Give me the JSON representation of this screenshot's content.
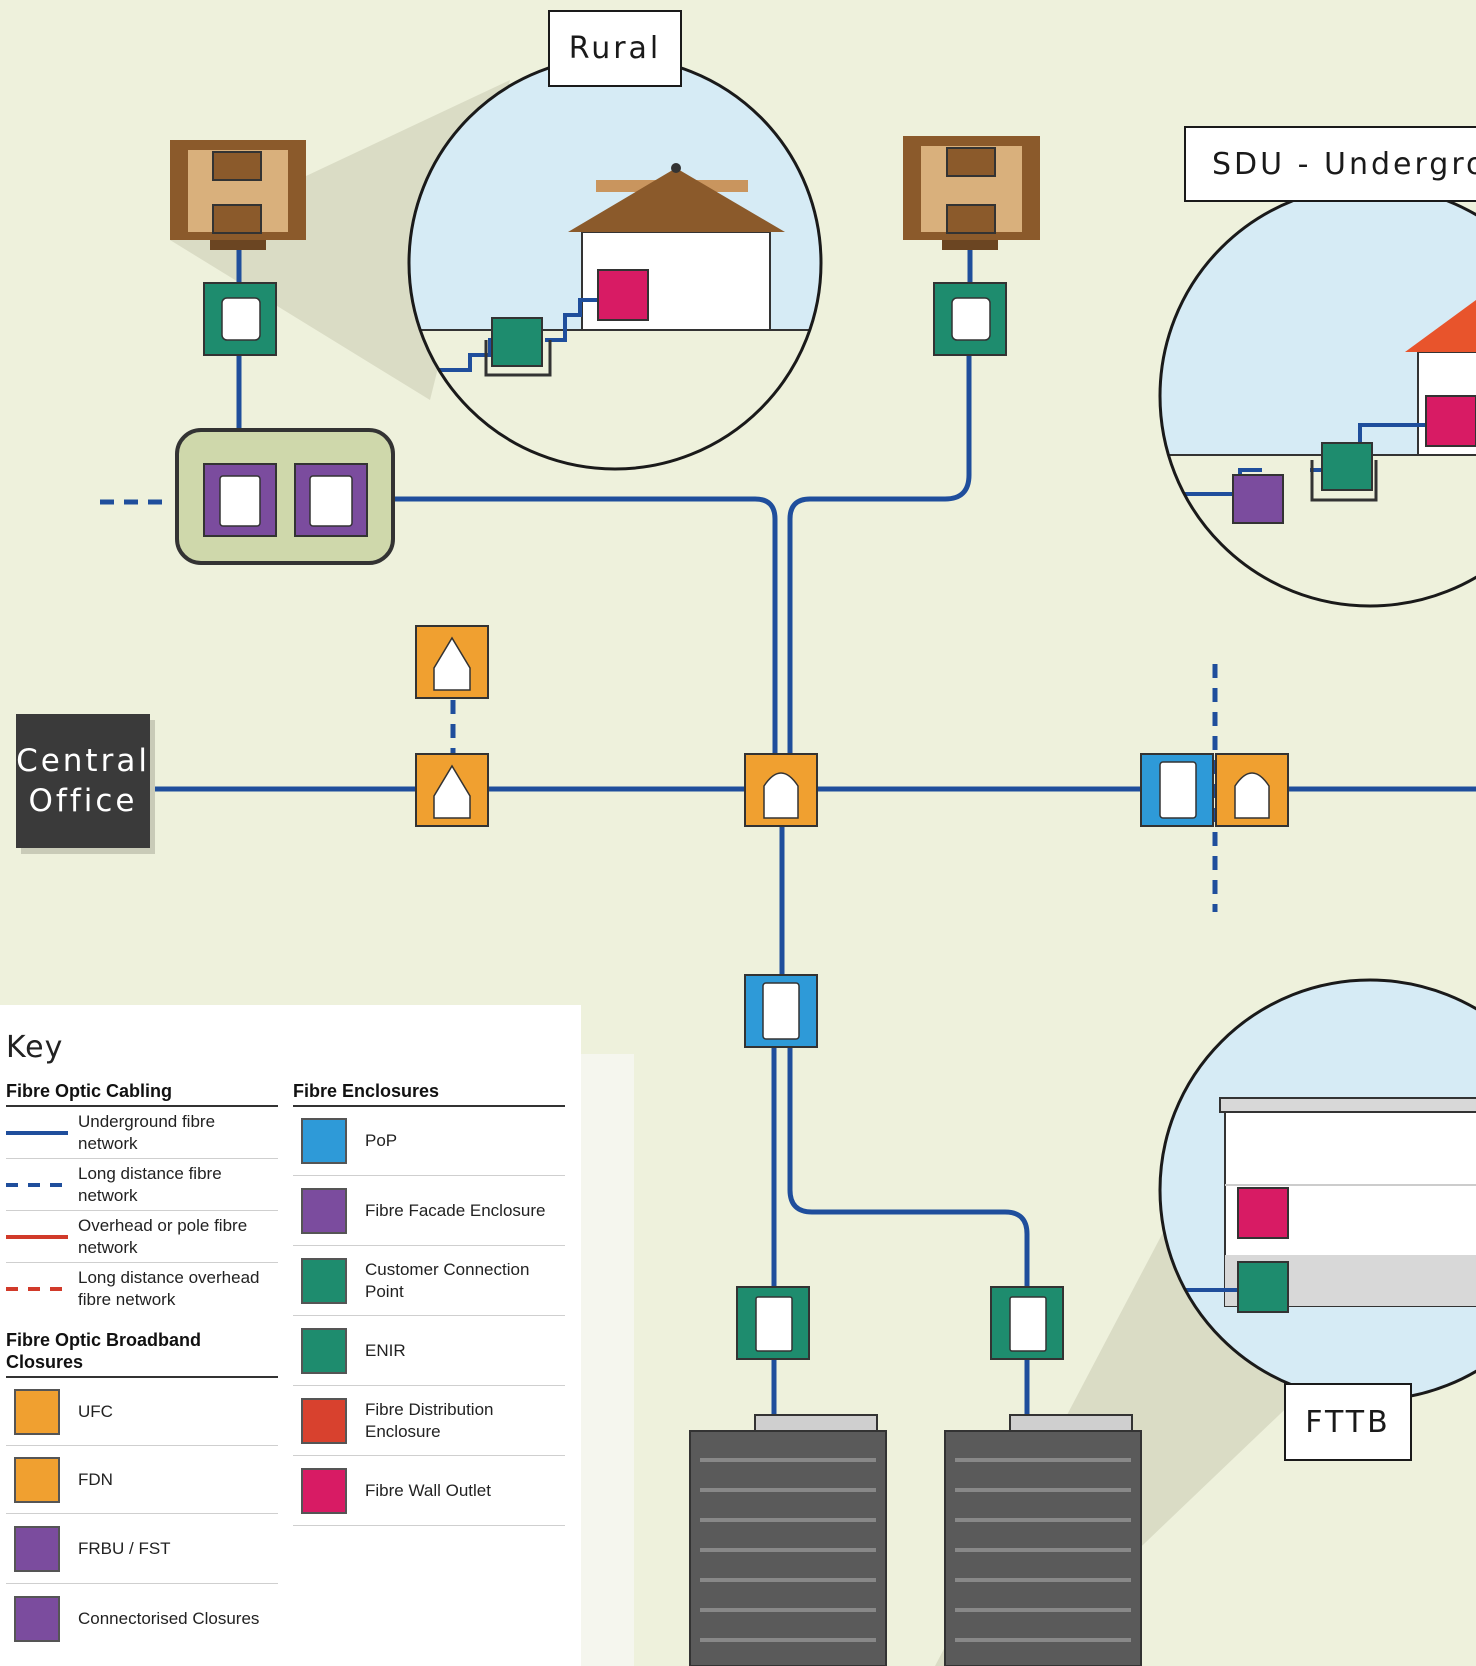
{
  "colors": {
    "background": "#eef1dc",
    "fibre": "#1f4e9c",
    "overhead": "#d13a2a",
    "orange": "#f0a030",
    "teal": "#1e8c6e",
    "blue": "#2e9ad8",
    "purple": "#7b4c9e",
    "magenta": "#d81b64",
    "red": "#d8412e",
    "sky": "#d6ebf5",
    "dark": "#3a3a3a"
  },
  "labels": {
    "rural": "Rural",
    "sdu": "SDU - Undergrou",
    "fttb": "FTTB",
    "central_office": [
      "Central",
      "Office"
    ]
  },
  "key": {
    "title": "Key",
    "cabling": {
      "heading": "Fibre Optic Cabling",
      "items": [
        {
          "text": "Underground fibre network",
          "style": "solid",
          "color": "#1f4e9c"
        },
        {
          "text": "Long distance fibre network",
          "style": "dashed",
          "color": "#1f4e9c"
        },
        {
          "text": "Overhead or pole fibre network",
          "style": "solid",
          "color": "#d13a2a"
        },
        {
          "text": "Long distance overhead fibre network",
          "style": "dashed",
          "color": "#d13a2a"
        }
      ]
    },
    "closures": {
      "heading": "Fibre Optic Broadband Closures",
      "items": [
        {
          "text": "UFC",
          "icon": "ufc-icon",
          "color": "#f0a030"
        },
        {
          "text": "FDN",
          "icon": "fdn-icon",
          "color": "#f0a030"
        },
        {
          "text": "FRBU / FST",
          "icon": "frbu-fst-icon",
          "color": "#7b4c9e"
        },
        {
          "text": "Connectorised Closures",
          "icon": "connectorised-closure-icon",
          "color": "#7b4c9e"
        }
      ]
    },
    "enclosures": {
      "heading": "Fibre Enclosures",
      "items": [
        {
          "text": "PoP",
          "icon": "pop-icon",
          "color": "#2e9ad8"
        },
        {
          "text": "Fibre Facade Enclosure",
          "icon": "fibre-facade-enclosure-icon",
          "color": "#7b4c9e"
        },
        {
          "text": "Customer Connection Point",
          "icon": "customer-connection-point-icon",
          "color": "#1e8c6e"
        },
        {
          "text": "ENIR",
          "icon": "enir-icon",
          "color": "#1e8c6e"
        },
        {
          "text": "Fibre Distribution Enclosure",
          "icon": "fibre-distribution-enclosure-icon",
          "color": "#d8412e"
        },
        {
          "text": "Fibre Wall Outlet",
          "icon": "fibre-wall-outlet-icon",
          "color": "#d81b64"
        }
      ]
    }
  }
}
